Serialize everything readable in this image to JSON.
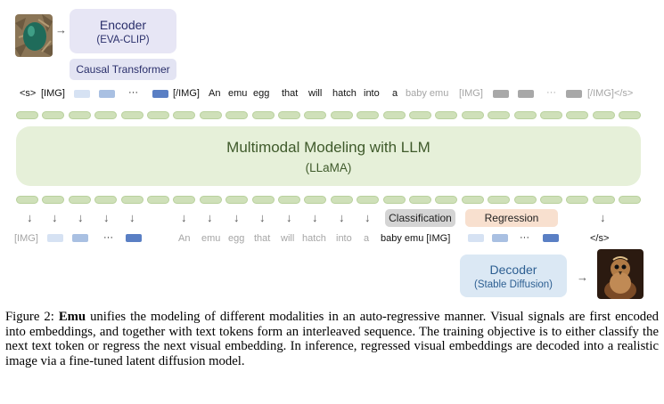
{
  "encoder": {
    "title": "Encoder",
    "subtitle": "(EVA-CLIP)"
  },
  "causal_transformer": "Causal Transformer",
  "llm": {
    "title": "Multimodal Modeling with LLM",
    "subtitle": "(LLaMA)"
  },
  "decoder": {
    "title": "Decoder",
    "subtitle": "(Stable Diffusion)"
  },
  "input_sequence": {
    "start": "<s>",
    "img_open": "[IMG]",
    "ellipsis": "···",
    "img_close": "[/IMG]",
    "text": [
      "An",
      "emu",
      "egg",
      "that",
      "will",
      "hatch",
      "into",
      "a"
    ],
    "faded_text": "baby emu",
    "img_open_faded": "[IMG]",
    "ellipsis_faded": "···",
    "end_faded": "[/IMG]</s>"
  },
  "output_sequence": {
    "img_open_faded": "[IMG]",
    "ellipsis": "···",
    "text_faded": [
      "An",
      "emu",
      "egg",
      "that",
      "will",
      "hatch",
      "into",
      "a"
    ],
    "target_text": "baby emu [IMG]",
    "ellipsis2": "···",
    "end": "</s>"
  },
  "labels": {
    "classification": "Classification",
    "regression": "Regression"
  },
  "icons": {
    "input_image": "emu-egg-photo",
    "output_image": "baby-emu-photo"
  },
  "colors": {
    "img_token_light": "#d6e2f3",
    "img_token_mid": "#a9c0e2",
    "img_token_dark": "#5a7fc4",
    "gray_token": "#a8a8a8"
  },
  "caption": {
    "label": "Figure 2:",
    "bold": "Emu",
    "text": "unifies the modeling of different modalities in an auto-regressive manner. Visual signals are first encoded into embeddings, and together with text tokens form an interleaved sequence. The training objective is to either classify the next text token or regress the next visual embedding. In inference, regressed visual embeddings are decoded into a realistic image via a fine-tuned latent diffusion model."
  }
}
